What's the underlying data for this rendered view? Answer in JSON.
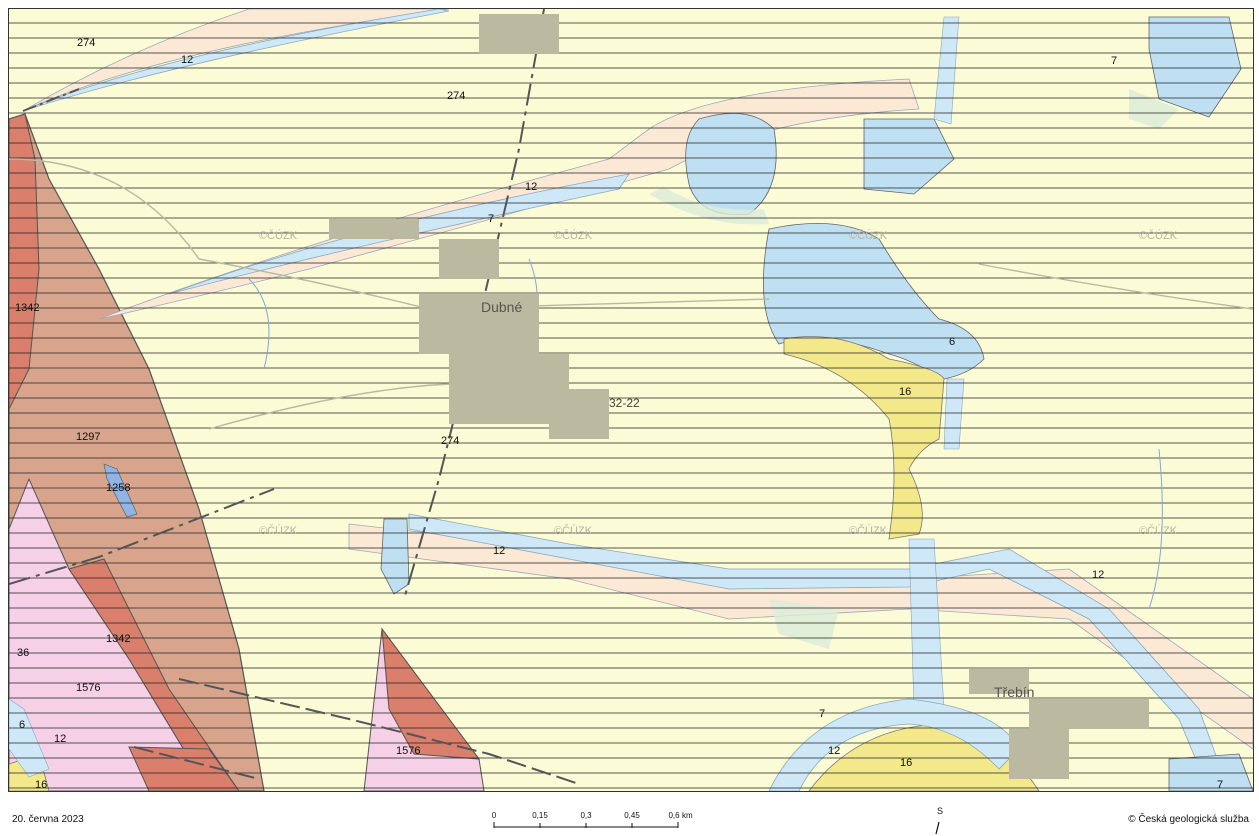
{
  "map": {
    "town_names": [
      "Dubné",
      "Třebín"
    ],
    "map_sheet": "32-22",
    "watermark": "©ČÚZK",
    "unit_labels": [
      "274",
      "12",
      "274",
      "12",
      "7",
      "1342",
      "1297",
      "1258",
      "6",
      "16",
      "12",
      "12",
      "7",
      "36",
      "1342",
      "1576",
      "6",
      "12",
      "16",
      "1576",
      "274",
      "7",
      "12",
      "16",
      "7"
    ]
  },
  "footer": {
    "date": "20. června 2023",
    "credit": "© Česká geologická služba",
    "north_label": "S",
    "scale": {
      "ticks": [
        "0",
        "0,15",
        "0,3",
        "0,45",
        "0,6"
      ],
      "unit": "km"
    }
  },
  "colors": {
    "quaternary": "#fbfbd6",
    "fluvial": "#fbe9d6",
    "water": "#cfe8f8",
    "pond": "#bfe0f2",
    "gneiss": "#d8a48c",
    "granite": "#d97f6c",
    "light_pink": "#f5d0e6",
    "sand": "#f3e88a",
    "green_overlay": "#dcecd8"
  }
}
